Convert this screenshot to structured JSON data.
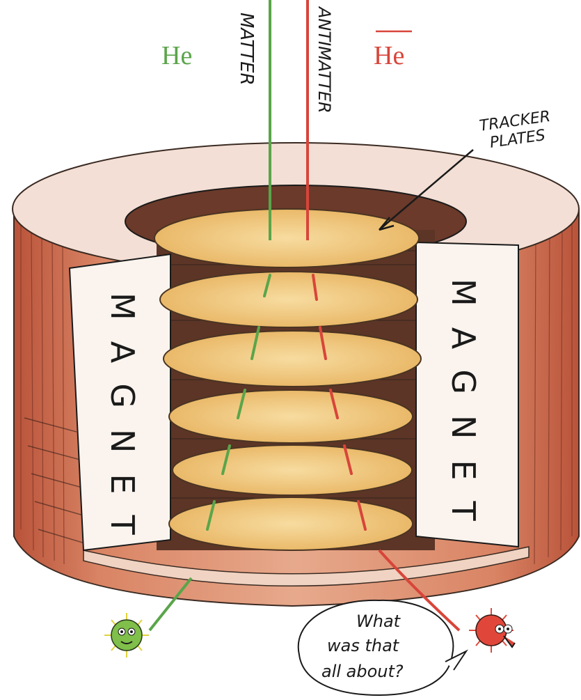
{
  "labels": {
    "he_matter": "He",
    "he_antimatter": "He",
    "matter": "MATTER",
    "antimatter": "ANTIMATTER",
    "tracker_plates": [
      "TRACKER",
      "PLATES"
    ],
    "magnet": "MAGNET",
    "speech": [
      "What",
      "was that",
      "all about?"
    ]
  },
  "colors": {
    "matter": "#5aa54a",
    "antimatter": "#d8453a",
    "magnet_shell": "#c9694a",
    "magnet_inner": "#fbf4ee",
    "plate": "#f1c878"
  },
  "icons": [
    "matter-particle-icon",
    "antimatter-particle-icon"
  ]
}
